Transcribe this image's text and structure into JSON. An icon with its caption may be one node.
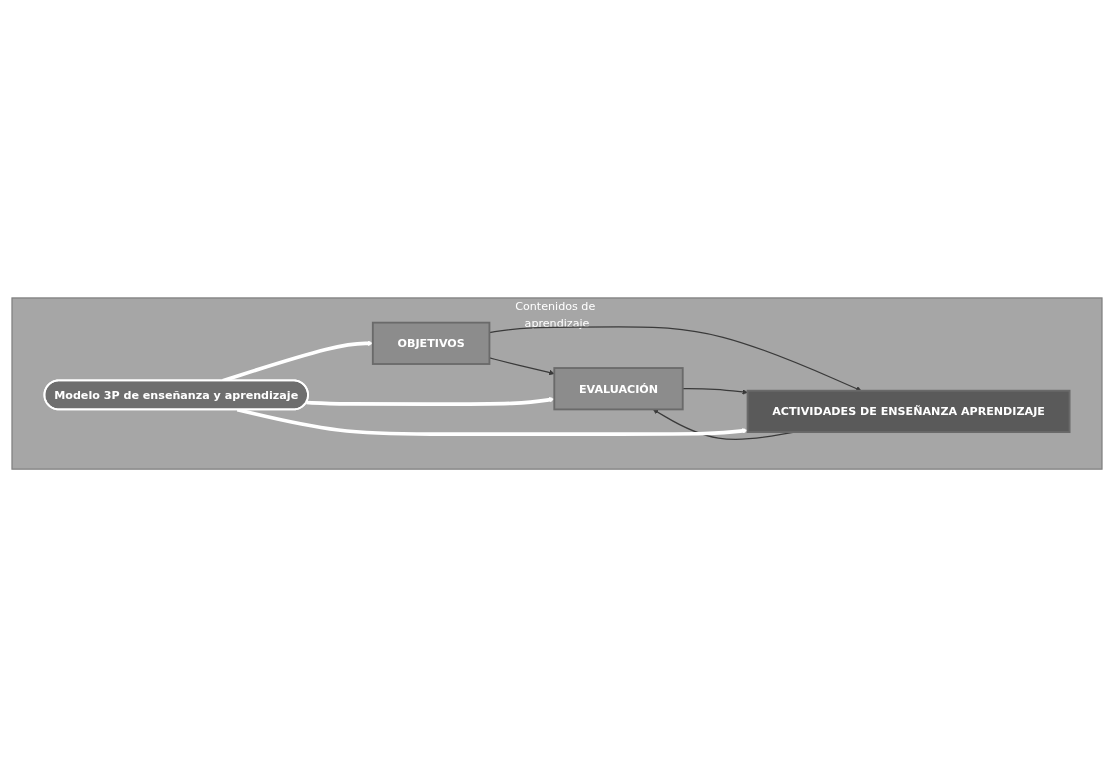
{
  "diagram": {
    "nodes": [
      {
        "text": [
          "Contenidos de aprendizaje"
        ]
      },
      {
        "text": [
          "OBJETIVOS"
        ],
        "in": 0
      },
      {
        "text": [
          "ACTIVIDADES DE ENSEÑANZA APRENDIZAJE"
        ],
        "in": 0
      },
      {
        "text": [
          "EVALUACIÓN"
        ],
        "in": 0
      },
      {
        "text": [
          "Modelo 3P de enseñanza y aprendizaje"
        ],
        "in": 0
      }
    ],
    "edges": [
      {
        "from": 1,
        "to": 3,
        "arrow": "to"
      },
      {
        "from": 1,
        "to": 2,
        "arrow": "to"
      },
      {
        "from": 3,
        "to": 2,
        "arrow": "to"
      },
      {
        "from": 2,
        "to": 3,
        "arrow": "to"
      },
      {
        "from": 4,
        "to": 1,
        "arrow": "to",
        "style": "thick",
        "color": "#ffffff"
      },
      {
        "from": 4,
        "to": 2,
        "arrow": "to",
        "style": "thick",
        "color": "#ffffff"
      },
      {
        "from": 4,
        "to": 3,
        "arrow": "to",
        "style": "thick",
        "color": "#ffffff"
      }
    ]
  }
}
